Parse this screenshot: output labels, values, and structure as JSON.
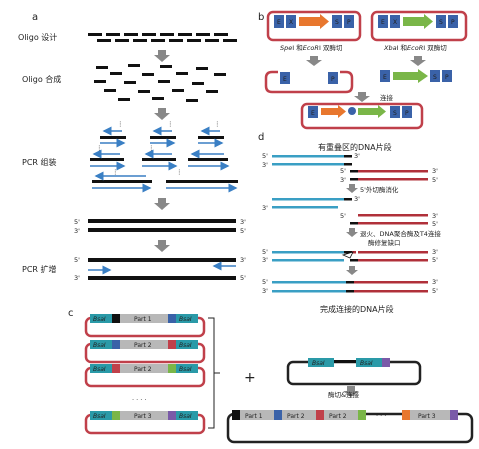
{
  "panel_a": {
    "letter": "a",
    "step_oligo_design": "Oligo 设计",
    "step_oligo_synthesis": "Oligo 合成",
    "step_pcr_assembly": "PCR 组装",
    "step_pcr_amplify": "PCR 扩增",
    "end5": "5'",
    "end3": "3'"
  },
  "panel_b": {
    "letter": "b",
    "box_e": "E",
    "box_x": "X",
    "box_s": "S",
    "box_p": "P",
    "enzyme_left_1": "Spe",
    "enzyme_left_1_suffix": "I 和",
    "enzyme_left_2": "EcoR",
    "enzyme_left_2_suffix": "I 双酶切",
    "enzyme_right_1": "Xba",
    "enzyme_right_1_suffix": "I 和",
    "enzyme_right_2": "EcoR",
    "enzyme_right_2_suffix": "I 双酶切",
    "ligation": "连接"
  },
  "panel_d": {
    "letter": "d",
    "title": "有重叠区的DNA片段",
    "step_exo": "5'外切酶消化",
    "step_anneal_1": "退火、DNA聚合酶及T4连接",
    "step_anneal_2": "酶修复缺口",
    "result": "完成连接的DNA片段",
    "end5": "5'",
    "end3": "3'"
  },
  "panel_c": {
    "letter": "c",
    "site": "BsaI",
    "parts": [
      "Part 1",
      "Part 2",
      "Part 2",
      "Part 3"
    ],
    "dots": "· · · ·",
    "plus": "+",
    "step": "酶切&连接",
    "final_parts": [
      "Part 1",
      "Part 2",
      "Part 2",
      "Part 3"
    ],
    "final_dots": "· · ·"
  },
  "colors": {
    "plasmid_red": "#c0404a",
    "box_blue": "#3a62a8",
    "arrow_orange": "#e8772e",
    "arrow_green": "#7ab648",
    "strand_blue": "#3a9fc4",
    "strand_red": "#b0303a",
    "bsai_teal": "#2a9aa8",
    "part_gray": "#b8b8b8",
    "purple": "#7a5aa8"
  }
}
